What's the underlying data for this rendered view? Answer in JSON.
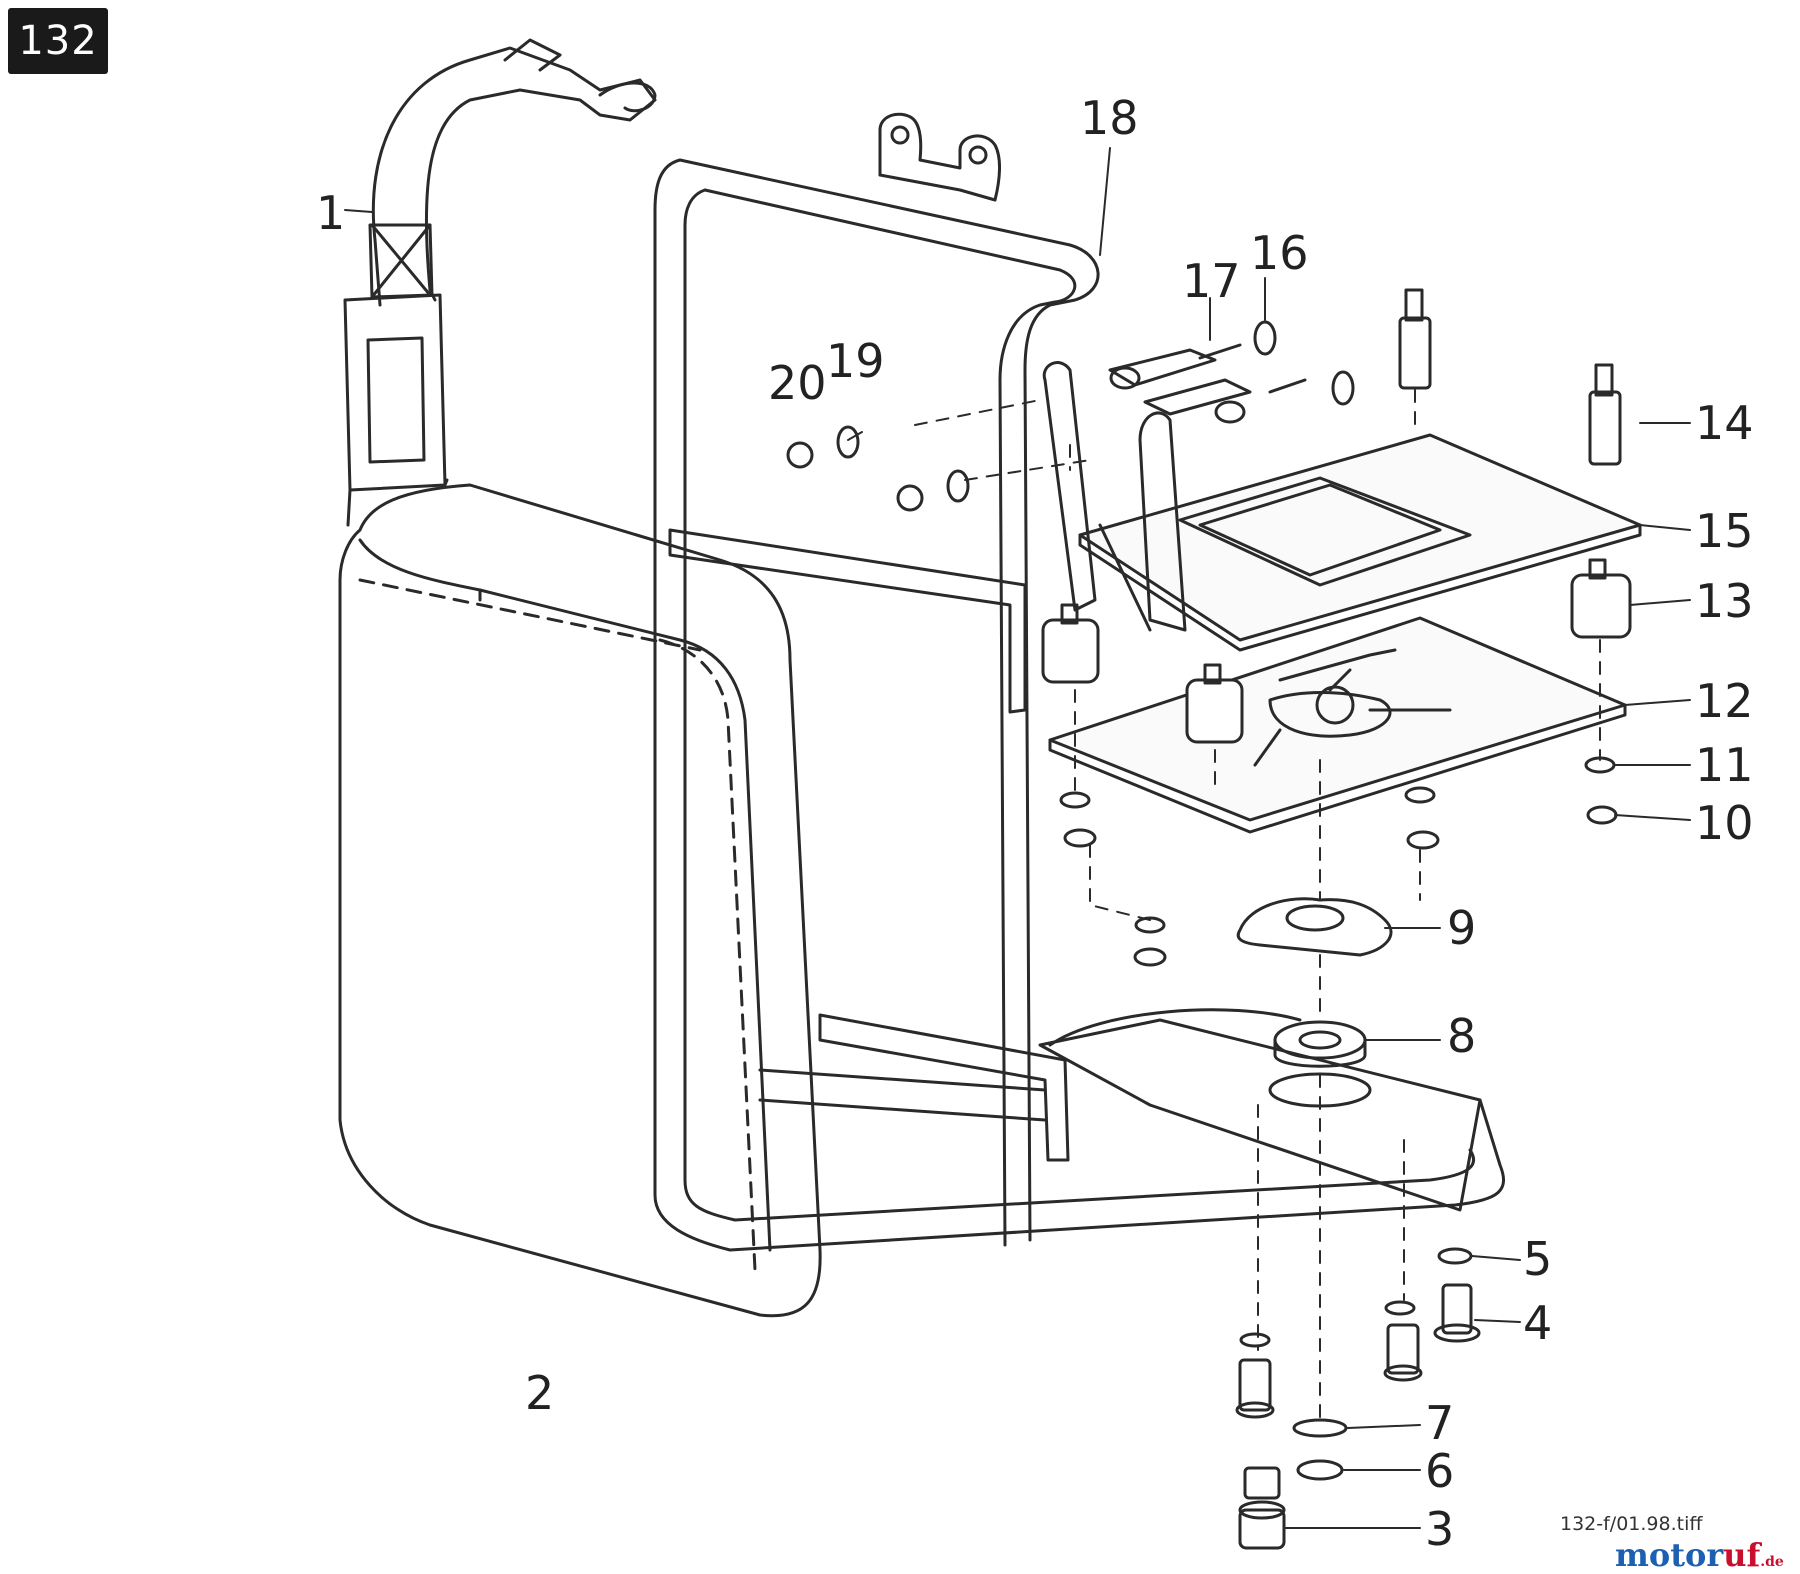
{
  "page_badge": "132",
  "file_ref": "132-f/01.98.tiff",
  "logo": {
    "main": "motor",
    "accent": "uf",
    "tld": ".de"
  },
  "labels": {
    "p1": "1",
    "p2": "2",
    "p3": "3",
    "p4": "4",
    "p5": "5",
    "p6": "6",
    "p7": "7",
    "p8": "8",
    "p9": "9",
    "p10": "10",
    "p11": "11",
    "p12": "12",
    "p13": "13",
    "p14": "14",
    "p15": "15",
    "p16": "16",
    "p17": "17",
    "p18": "18",
    "p19": "19",
    "p20": "20"
  },
  "colors": {
    "line": "#2a2a2a",
    "shade": "#d9d9d9",
    "badge": "#1a1a1a",
    "logo_blue": "#1d5fb0",
    "logo_red": "#c8102e"
  }
}
